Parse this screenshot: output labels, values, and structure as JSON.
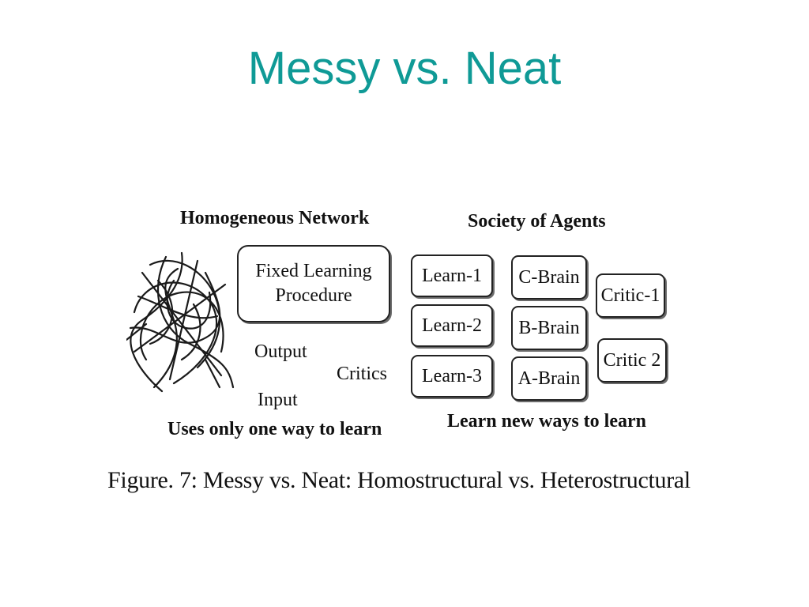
{
  "slide": {
    "title": "Messy vs. Neat",
    "title_color": "#0f9a96"
  },
  "figure": {
    "left_panel": {
      "heading": "Homogeneous Network",
      "box_line1": "Fixed Learning",
      "box_line2": "Procedure",
      "output_label": "Output",
      "critics_label": "Critics",
      "input_label": "Input",
      "footer": "Uses only one way to learn"
    },
    "right_panel": {
      "heading": "Society of Agents",
      "learn_boxes": [
        "Learn-1",
        "Learn-2",
        "Learn-3"
      ],
      "brain_boxes": [
        "C-Brain",
        "B-Brain",
        "A-Brain"
      ],
      "critic_boxes": [
        "Critic-1",
        "Critic 2"
      ],
      "footer": "Learn new ways to learn"
    },
    "caption": "Figure. 7: Messy vs. Neat: Homostructural vs. Heterostructural"
  }
}
